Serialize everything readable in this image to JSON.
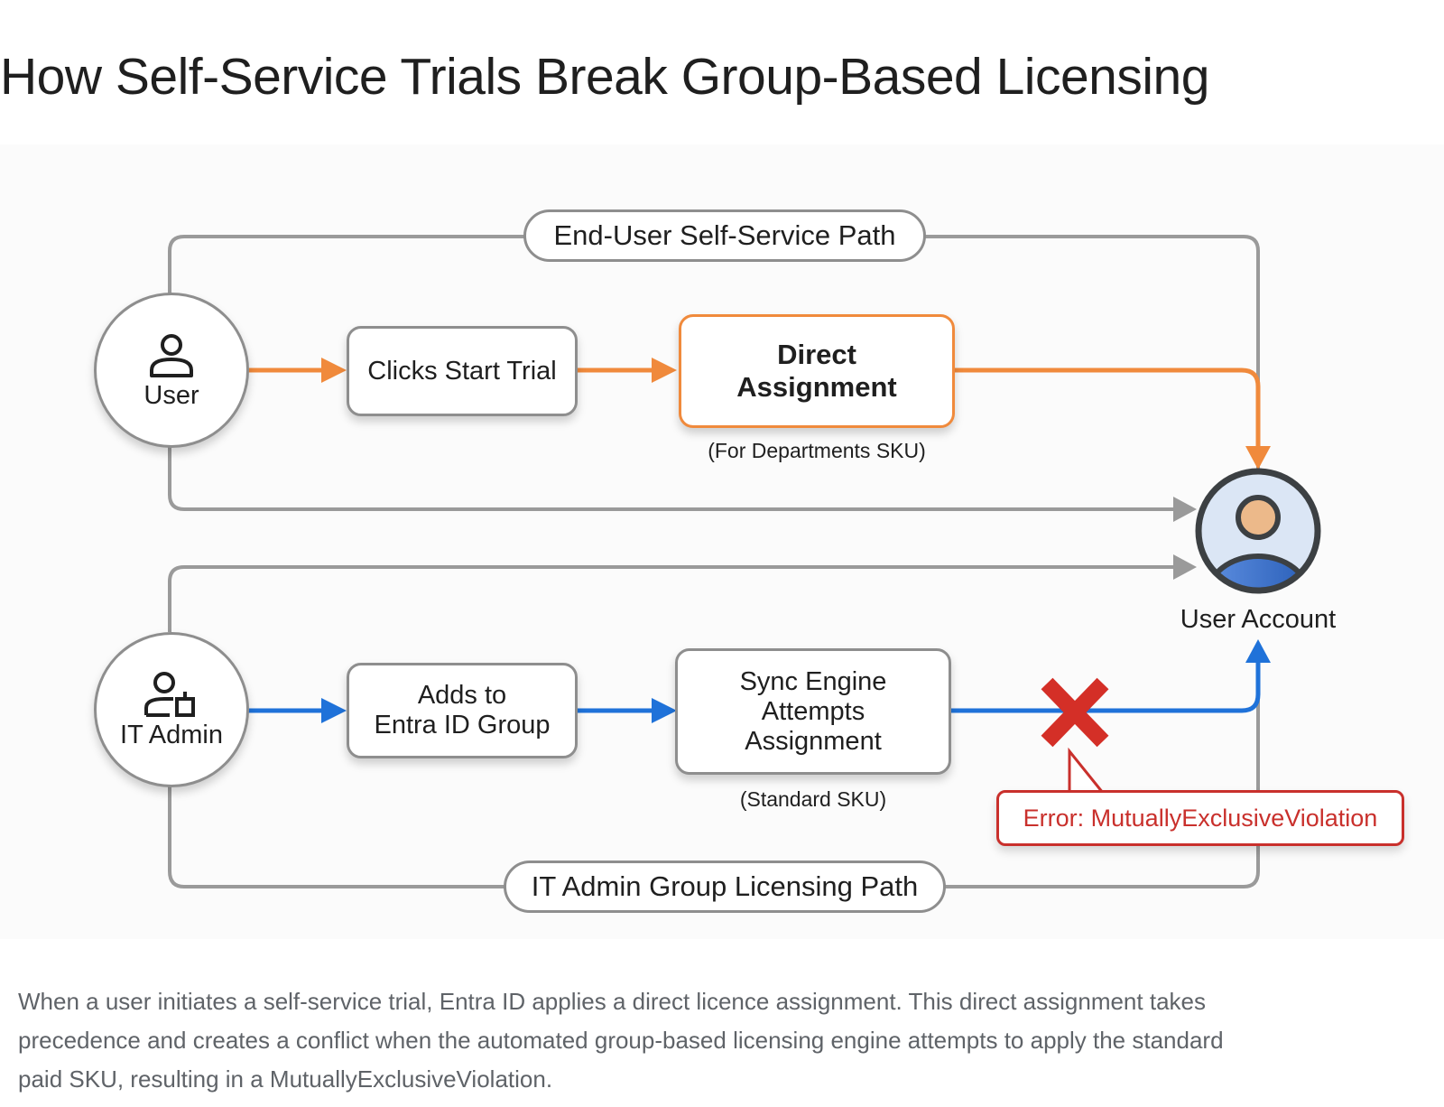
{
  "title": "How Self-Service Trials Break Group-Based Licensing",
  "colors": {
    "orange": "#f08a3c",
    "blue": "#1f72d9",
    "gray": "#8e8e8e",
    "error_red": "#c9302c",
    "account_fill": "#dbe6f5",
    "account_head": "#ecb98a",
    "account_body": "#2f68c4"
  },
  "diagram": {
    "top_path_label": "End-User Self-Service Path",
    "bottom_path_label": "IT Admin Group Licensing Path",
    "user_node": {
      "icon": "user-icon",
      "label": "User"
    },
    "admin_node": {
      "icon": "admin-badge-icon",
      "label": "IT Admin"
    },
    "user_flow": [
      {
        "label": "Clicks Start Trial"
      },
      {
        "label_lines": [
          "Direct",
          "Assignment"
        ],
        "caption": "(For Departments SKU)"
      }
    ],
    "admin_flow": [
      {
        "label_lines": [
          "Adds to",
          "Entra ID Group"
        ]
      },
      {
        "label_lines": [
          "Sync Engine",
          "Attempts",
          "Assignment"
        ],
        "caption": "(Standard SKU)"
      }
    ],
    "target": {
      "icon": "user-account-icon",
      "label": "User Account"
    },
    "blocked_marker": "x-icon",
    "error_label": "Error: MutuallyExclusiveViolation"
  },
  "description": {
    "lines": [
      "When a user initiates a self-service trial, Entra ID applies a direct licence assignment. This direct assignment takes",
      "precedence and creates a conflict when the automated group-based licensing engine attempts to apply the standard",
      "paid SKU, resulting in a MutuallyExclusiveViolation."
    ]
  }
}
